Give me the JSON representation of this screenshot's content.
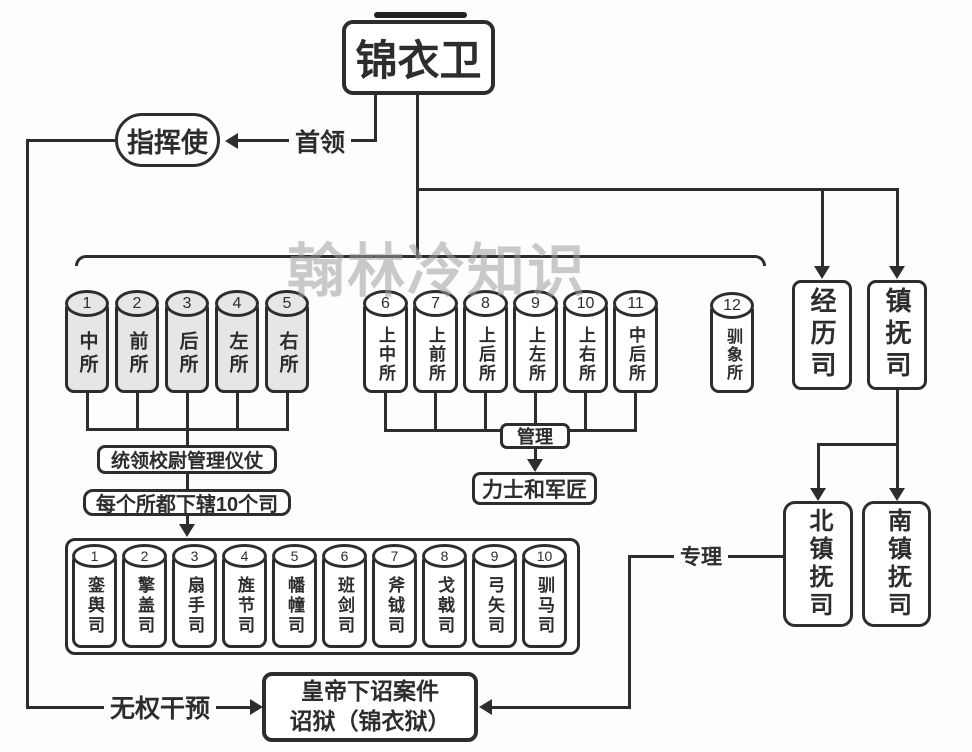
{
  "watermark": "翰林冷知识",
  "root": {
    "title": "锦衣卫"
  },
  "commander": {
    "label": "指挥使"
  },
  "edge_labels": {
    "leader": "首领",
    "manage": "管理",
    "special": "专理",
    "no_interfere": "无权干预"
  },
  "annotations": {
    "note1": "统领校尉管理仪仗",
    "note2": "每个所都下辖10个司"
  },
  "depts": {
    "jingli_si": "经历司",
    "zhenfu_si": "镇抚司",
    "north_zhenfu_si": "北镇抚司",
    "south_zhenfu_si": "南镇抚司",
    "lishi_junjiang": "力士和军匠"
  },
  "suo_group1": {
    "items": [
      {
        "num": "1",
        "label": "中所"
      },
      {
        "num": "2",
        "label": "前所"
      },
      {
        "num": "3",
        "label": "后所"
      },
      {
        "num": "4",
        "label": "左所"
      },
      {
        "num": "5",
        "label": "右所"
      }
    ]
  },
  "suo_group2": {
    "items": [
      {
        "num": "6",
        "label": "上中所"
      },
      {
        "num": "7",
        "label": "上前所"
      },
      {
        "num": "8",
        "label": "上后所"
      },
      {
        "num": "9",
        "label": "上左所"
      },
      {
        "num": "10",
        "label": "上右所"
      },
      {
        "num": "11",
        "label": "中后所"
      }
    ]
  },
  "elephant_suo": {
    "num": "12",
    "label": "驯象所"
  },
  "si_list": {
    "items": [
      {
        "num": "1",
        "label": "銮舆司"
      },
      {
        "num": "2",
        "label": "擎盖司"
      },
      {
        "num": "3",
        "label": "扇手司"
      },
      {
        "num": "4",
        "label": "旌节司"
      },
      {
        "num": "5",
        "label": "幡幢司"
      },
      {
        "num": "6",
        "label": "班剑司"
      },
      {
        "num": "7",
        "label": "斧钺司"
      },
      {
        "num": "8",
        "label": "戈戟司"
      },
      {
        "num": "9",
        "label": "弓矢司"
      },
      {
        "num": "10",
        "label": "驯马司"
      }
    ]
  },
  "prison": {
    "line1": "皇帝下诏案件",
    "line2": "诏狱（锦衣狱）"
  },
  "colors": {
    "line": "#2d2d2d",
    "group1_fill": "#e6e6e6",
    "watermark": "#9f9f9f"
  }
}
